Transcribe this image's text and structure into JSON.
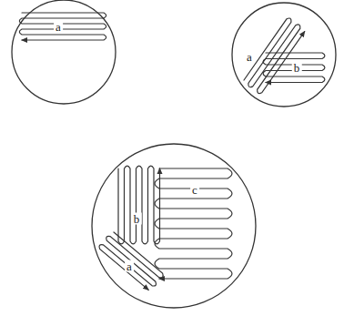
{
  "diagram": {
    "labels": [
      "a",
      "a",
      "b",
      "b",
      "c",
      "a"
    ]
  }
}
